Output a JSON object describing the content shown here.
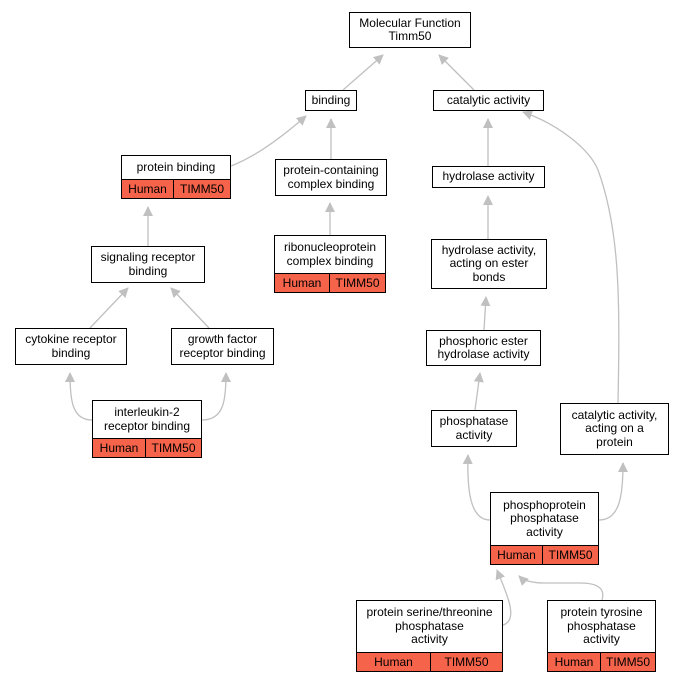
{
  "colors": {
    "edge": "#c0c0c0",
    "annotation_fill": "#f5634a"
  },
  "nodes": [
    {
      "id": "mf",
      "label": "Molecular Function\nTimm50"
    },
    {
      "id": "binding",
      "label": "binding"
    },
    {
      "id": "catalytic",
      "label": "catalytic activity"
    },
    {
      "id": "protein_binding",
      "label": "protein binding",
      "annotation": [
        "Human",
        "TIMM50"
      ]
    },
    {
      "id": "pcb",
      "label": "protein-containing\ncomplex binding"
    },
    {
      "id": "hydrolase",
      "label": "hydrolase activity"
    },
    {
      "id": "hydrolase_ester",
      "label": "hydrolase activity,\nacting on ester\nbonds"
    },
    {
      "id": "rnp",
      "label": "ribonucleoprotein\ncomplex binding",
      "annotation": [
        "Human",
        "TIMM50"
      ]
    },
    {
      "id": "srb",
      "label": "signaling receptor\nbinding"
    },
    {
      "id": "cytokine",
      "label": "cytokine receptor\nbinding"
    },
    {
      "id": "gfrb",
      "label": "growth factor\nreceptor binding"
    },
    {
      "id": "phos_ester",
      "label": "phosphoric ester\nhydrolase activity"
    },
    {
      "id": "il2",
      "label": "interleukin-2\nreceptor binding",
      "annotation": [
        "Human",
        "TIMM50"
      ]
    },
    {
      "id": "phosphatase",
      "label": "phosphatase\nactivity"
    },
    {
      "id": "cat_protein",
      "label": "catalytic activity,\nacting on a\nprotein"
    },
    {
      "id": "ppa",
      "label": "phosphoprotein\nphosphatase\nactivity",
      "annotation": [
        "Human",
        "TIMM50"
      ]
    },
    {
      "id": "serthr",
      "label": "protein serine/threonine\nphosphatase\nactivity",
      "annotation": [
        "Human",
        "TIMM50"
      ]
    },
    {
      "id": "tyr",
      "label": "protein tyrosine\nphosphatase\nactivity",
      "annotation": [
        "Human",
        "TIMM50"
      ]
    }
  ],
  "edges": [
    {
      "from": "binding",
      "to": "mf"
    },
    {
      "from": "catalytic",
      "to": "mf"
    },
    {
      "from": "protein_binding",
      "to": "binding"
    },
    {
      "from": "pcb",
      "to": "binding"
    },
    {
      "from": "rnp",
      "to": "pcb"
    },
    {
      "from": "hydrolase",
      "to": "catalytic"
    },
    {
      "from": "hydrolase_ester",
      "to": "hydrolase"
    },
    {
      "from": "phos_ester",
      "to": "hydrolase_ester"
    },
    {
      "from": "phosphatase",
      "to": "phos_ester"
    },
    {
      "from": "srb",
      "to": "protein_binding"
    },
    {
      "from": "cytokine",
      "to": "srb"
    },
    {
      "from": "gfrb",
      "to": "srb"
    },
    {
      "from": "il2",
      "to": "cytokine"
    },
    {
      "from": "il2",
      "to": "gfrb"
    },
    {
      "from": "ppa",
      "to": "phosphatase"
    },
    {
      "from": "ppa",
      "to": "cat_protein"
    },
    {
      "from": "cat_protein",
      "to": "catalytic"
    },
    {
      "from": "serthr",
      "to": "ppa"
    },
    {
      "from": "tyr",
      "to": "ppa"
    }
  ]
}
